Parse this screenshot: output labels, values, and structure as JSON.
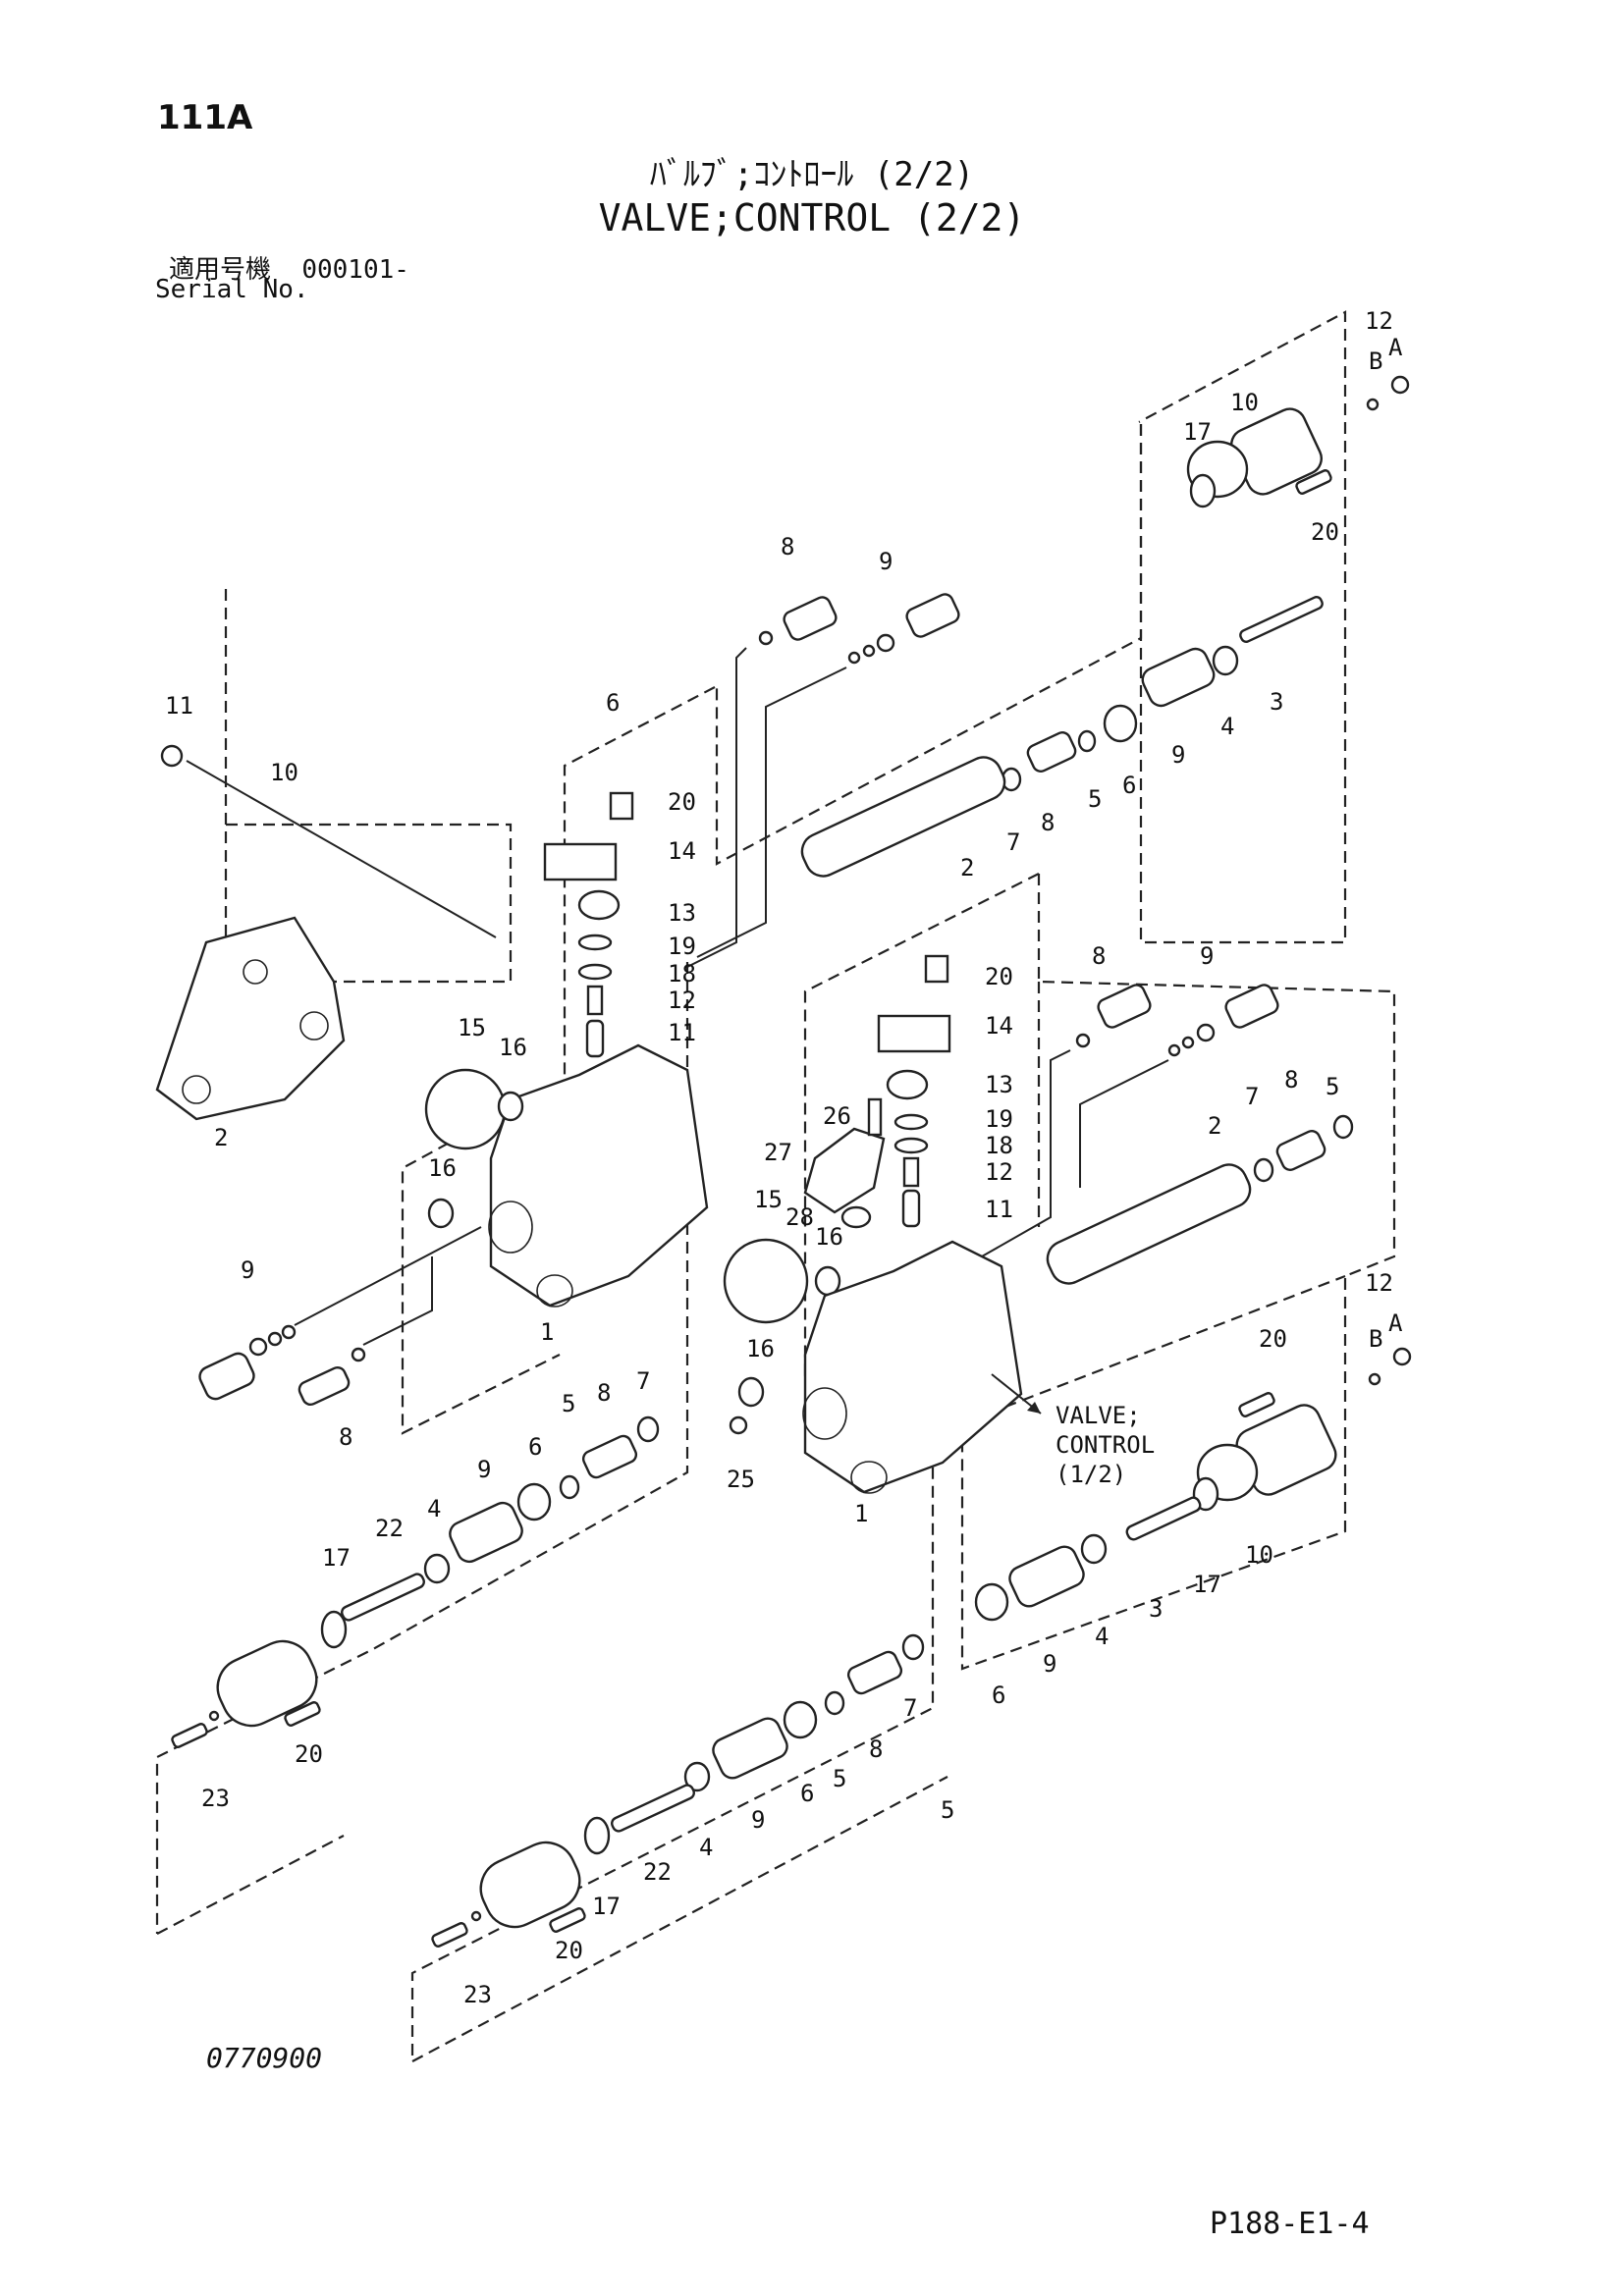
{
  "header": {
    "page_number": "111A",
    "title_jp": "ﾊﾞﾙﾌﾞ;ｺﾝﾄﾛｰﾙ (2/2)",
    "title_en": "VALVE;CONTROL (2/2)",
    "serial_label_jp": "適用号機",
    "serial_value": "000101-",
    "serial_label_en": "Serial No."
  },
  "callouts": {
    "c1": "1",
    "c2": "2",
    "c3": "3",
    "c4": "4",
    "c5": "5",
    "c6": "6",
    "c7": "7",
    "c8": "8",
    "c9": "9",
    "c10": "10",
    "c11": "11",
    "c12": "12",
    "c13": "13",
    "c14": "14",
    "c15": "15",
    "c16": "16",
    "c17": "17",
    "c18": "18",
    "c19": "19",
    "c20": "20",
    "c22": "22",
    "c23": "23",
    "c25": "25",
    "c26": "26",
    "c27": "27",
    "c28": "28",
    "cA": "A",
    "cB": "B"
  },
  "reference_note": [
    "VALVE;",
    "CONTROL",
    "(1/2)"
  ],
  "drawing_number": "0770900",
  "footer_code": "P188-E1-4"
}
